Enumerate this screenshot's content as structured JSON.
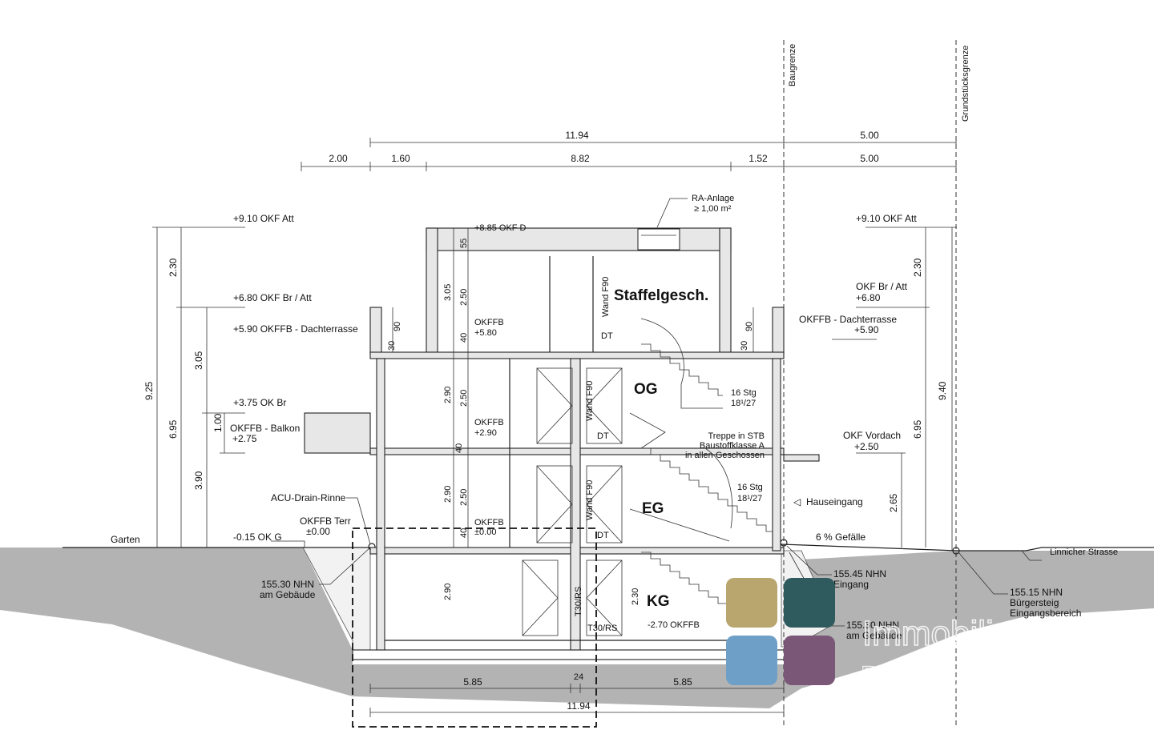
{
  "property_lines": {
    "build_line": "Baugrenze",
    "plot_line": "Grundstücksgrenze"
  },
  "dimensions_top": {
    "overall": "11.94",
    "setback": "5.00",
    "parts": [
      "2.00",
      "1.60",
      "8.82",
      "1.52",
      "5.00"
    ]
  },
  "roof_equipment": {
    "line1": "RA-Anlage",
    "line2": "≥ 1,00 m²"
  },
  "levels_left": {
    "att_top": "+9.10 OKF Att",
    "roof_d": "+8.85 OKF D",
    "br_att": "+6.80 OKF Br / Att",
    "terrace": "+5.90 OKFFB - Dachterrasse",
    "ok_br": "+3.75 OK Br",
    "balkon_label": "OKFFB - Balkon",
    "balkon_value": "+2.75",
    "acu": "ACU-Drain-Rinne",
    "terr_label": "OKFFB Terr",
    "terr_value": "±0.00",
    "ok_g": "-0.15 OK G",
    "garden": "Garten",
    "nhn_label": "155.30 NHN",
    "nhn_sub": "am Gebäude"
  },
  "levels_right": {
    "att_top": "+9.10 OKF Att",
    "br_att_label": "OKF Br / Att",
    "br_att_value": "+6.80",
    "terrace_label": "OKFFB - Dachterrasse",
    "terrace_value": "+5.90",
    "vordach_label": "OKF Vordach",
    "vordach_value": "+2.50",
    "entrance": "Hauseingang",
    "slope": "6 % Gefälle",
    "street": "Linnicher Strasse",
    "nhn_entrance_1": "155.45 NHN",
    "nhn_entrance_2": "Eingang",
    "nhn_walk_1": "155.15 NHN",
    "nhn_walk_2": "Bürgersteig",
    "nhn_walk_3": "Eingangsbereich",
    "nhn_bldg_1": "155.30 NHN",
    "nhn_bldg_2": "am Gebäude"
  },
  "vertical_dims_left": [
    "9.25",
    "6.95",
    "2.30",
    "3.05",
    "3.90",
    "1.00"
  ],
  "vertical_dims_right": [
    "2.30",
    "9.40",
    "6.95",
    "2.65"
  ],
  "interior_dims": {
    "sg_total": "3.05",
    "sg_clear": "2.50",
    "sg_top": "55",
    "sg_slab": "40",
    "parapet": "90",
    "parapet_slab": "30",
    "og_total": "2.90",
    "og_clear": "2.50",
    "og_slab": "40",
    "eg_total": "2.90",
    "eg_clear": "2.50",
    "eg_slab": "40",
    "kg_total": "2.90",
    "kg_clear": "2.30"
  },
  "floors": {
    "sg": {
      "name": "Staffelgesch.",
      "ffb_label": "OKFFB",
      "ffb_value": "+5.80",
      "wall": "Wand F90",
      "door": "DT"
    },
    "og": {
      "name": "OG",
      "ffb_label": "OKFFB",
      "ffb_value": "+2.90",
      "wall": "Wand F90",
      "door": "DT"
    },
    "eg": {
      "name": "EG",
      "ffb_label": "OKFFB",
      "ffb_value": "±0.00",
      "wall": "Wand F90",
      "door": "DT"
    },
    "kg": {
      "name": "KG",
      "ffb": "-2.70  OKFFB",
      "door_left": "T30/RS",
      "door_right": "T30/RS"
    }
  },
  "stairs": {
    "steps_label": "16 Stg",
    "steps_ratio": "18¹/27",
    "note_1": "Treppe in STB",
    "note_2": "Baustoffklasse A",
    "note_3": "in allen Geschossen"
  },
  "dimensions_bottom": {
    "left": "5.85",
    "mid": "24",
    "right": "5.85",
    "total": "11.94"
  },
  "watermark": {
    "colors": [
      "#b9a56e",
      "#2f5a5e",
      "#6e9fc6",
      "#7a5677"
    ],
    "word": "Immobilien",
    "tagline": "Partner Aachen – IPA"
  }
}
